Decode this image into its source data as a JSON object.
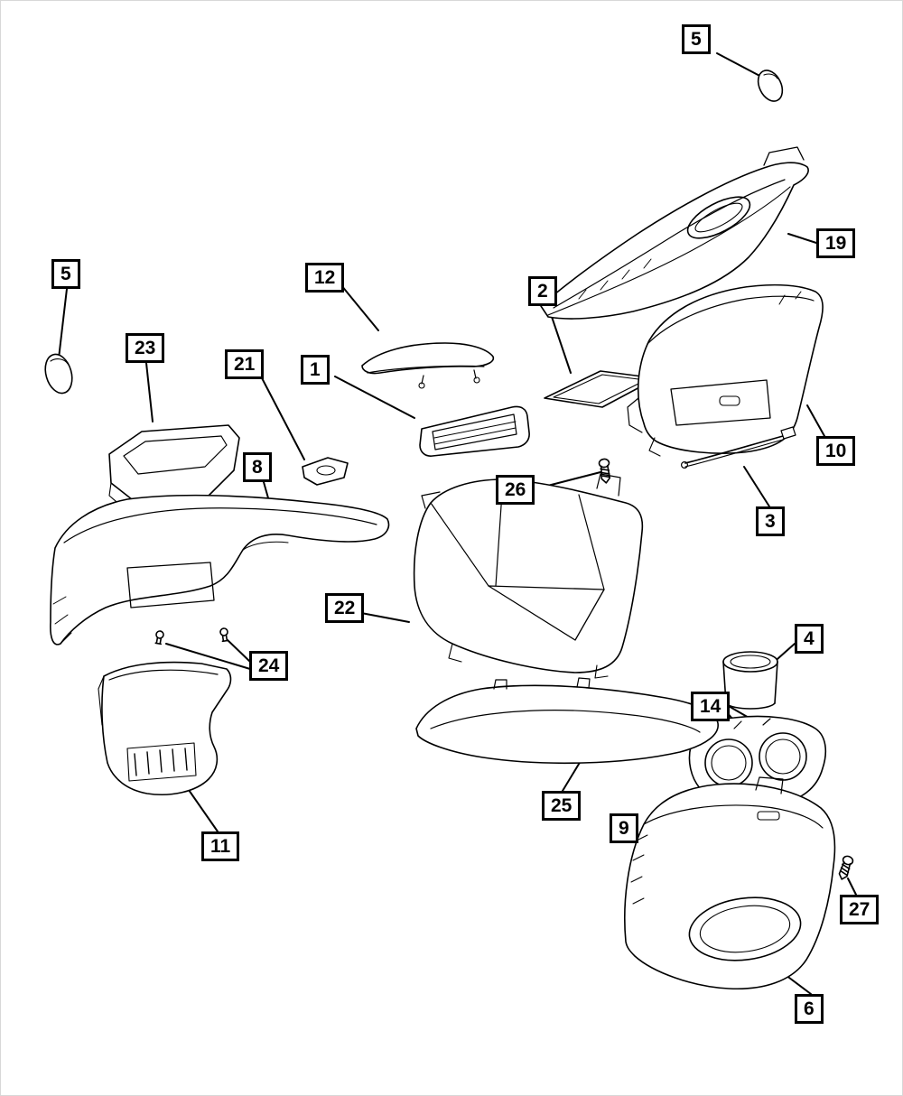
{
  "diagram": {
    "kind": "exploded-parts-line-drawing",
    "colors": {
      "background": "#ffffff",
      "line": "#000000",
      "callout_border": "#000000",
      "callout_text": "#000000"
    },
    "callouts": [
      {
        "label": "5"
      },
      {
        "label": "19"
      },
      {
        "label": "12"
      },
      {
        "label": "2"
      },
      {
        "label": "10"
      },
      {
        "label": "5"
      },
      {
        "label": "23"
      },
      {
        "label": "21"
      },
      {
        "label": "1"
      },
      {
        "label": "8"
      },
      {
        "label": "26"
      },
      {
        "label": "3"
      },
      {
        "label": "22"
      },
      {
        "label": "24"
      },
      {
        "label": "4"
      },
      {
        "label": "14"
      },
      {
        "label": "11"
      },
      {
        "label": "25"
      },
      {
        "label": "9"
      },
      {
        "label": "27"
      },
      {
        "label": "6"
      }
    ]
  }
}
